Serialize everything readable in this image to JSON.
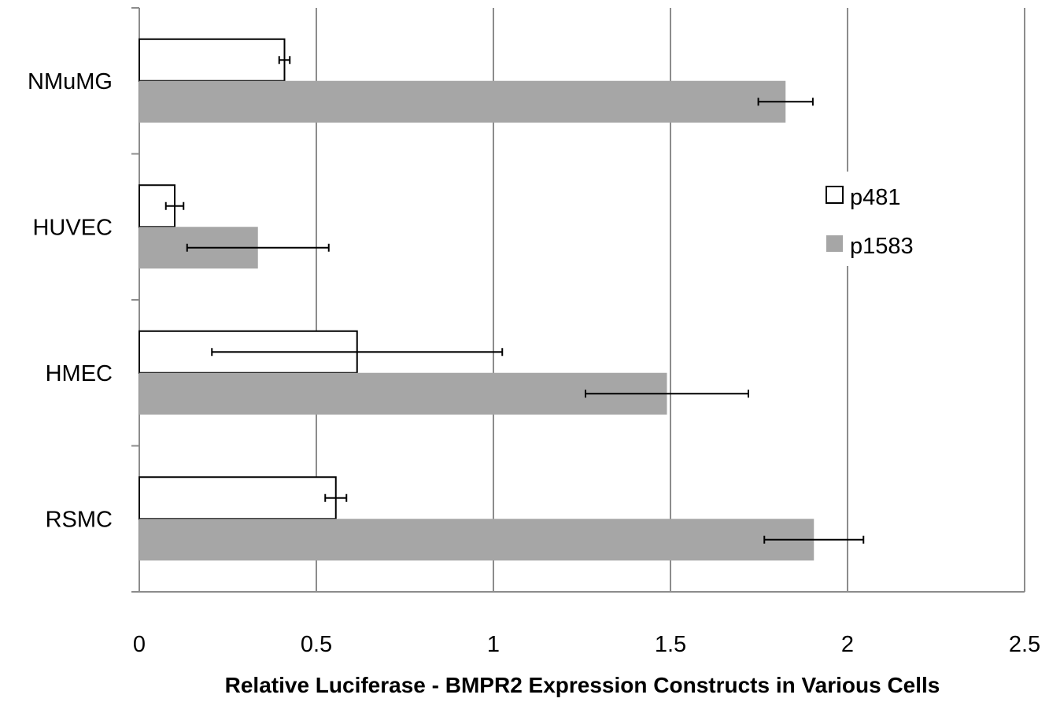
{
  "chart_data": {
    "type": "bar",
    "orientation": "horizontal",
    "categories": [
      "NMuMG",
      "HUVEC",
      "HMEC",
      "RSMC"
    ],
    "series": [
      {
        "name": "p481",
        "values": [
          0.41,
          0.1,
          0.615,
          0.555
        ],
        "errors": [
          0.015,
          0.025,
          0.41,
          0.03
        ],
        "color": "#ffffff",
        "stroke": "#000000"
      },
      {
        "name": "p1583",
        "values": [
          1.825,
          0.335,
          1.49,
          1.905
        ],
        "errors": [
          0.077,
          0.2,
          0.23,
          0.14
        ],
        "color": "#a6a6a6",
        "stroke": "none"
      }
    ],
    "x_ticks": [
      "0",
      "0.5",
      "1",
      "1.5",
      "2",
      "2.5"
    ],
    "xlim": [
      0,
      2.5
    ],
    "xlabel": "Relative Luciferase - BMPR2 Expression Constructs in Various Cells",
    "ylabel": "",
    "title": "",
    "grid": true,
    "legend_position": "right"
  }
}
